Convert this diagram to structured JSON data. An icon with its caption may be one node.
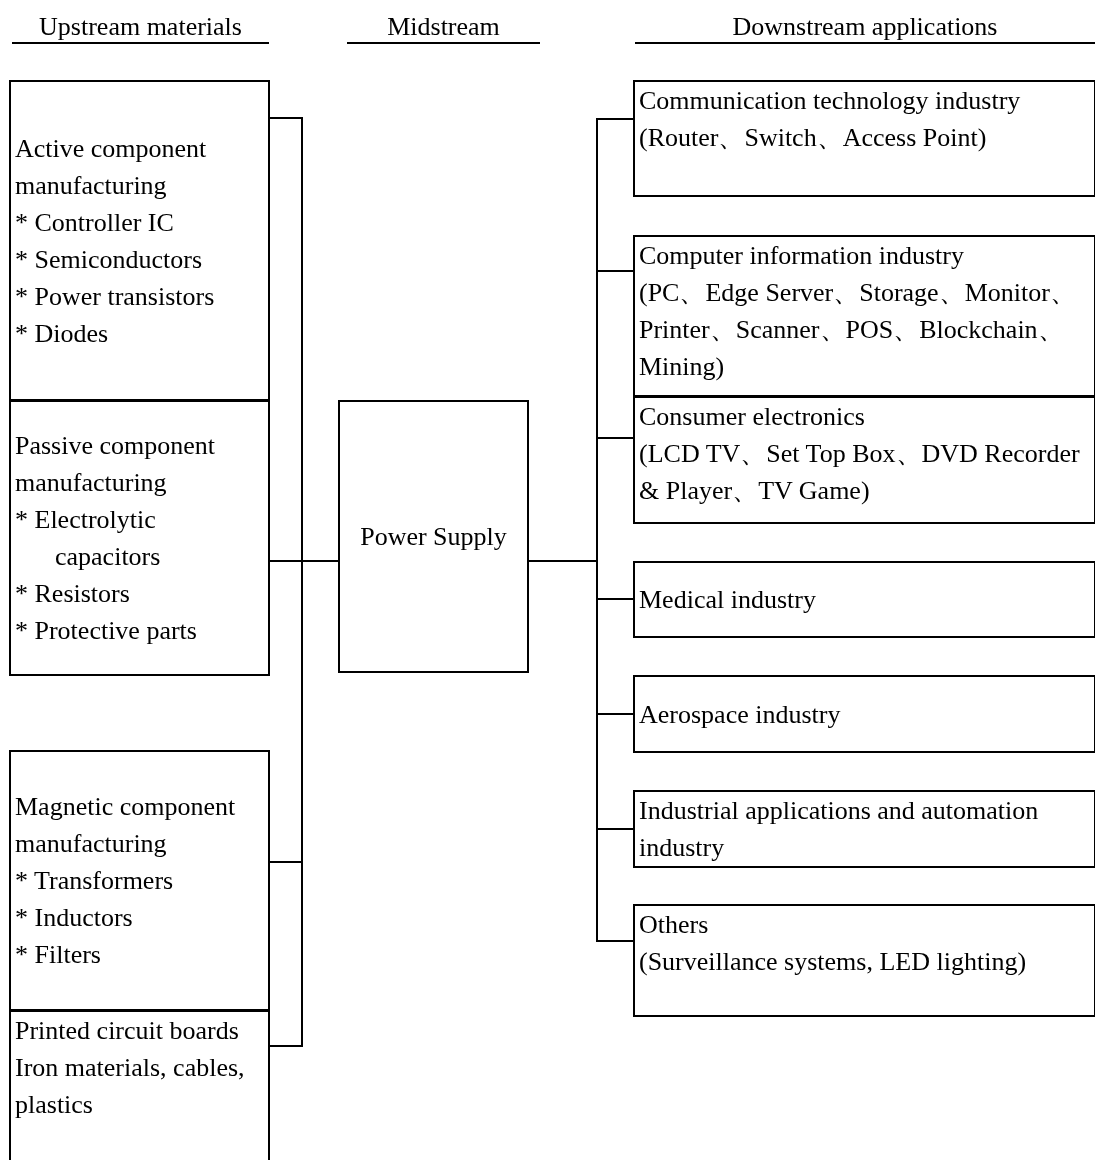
{
  "diagram": {
    "nodes": [
      {
        "text": [
          "Active component manufacturing",
          "* Controller IC",
          "* Semiconductors",
          "* Power transistors",
          "* Diodes"
        ]
      },
      {
        "text": [
          "Passive component manufacturing",
          "* Electrolytic capacitors",
          "* Resistors",
          "* Protective parts"
        ]
      },
      {
        "text": [
          "Magnetic component manufacturing",
          "* Transformers",
          "* Inductors",
          "* Filters"
        ]
      },
      {
        "text": [
          "Printed circuit boards",
          "Iron materials, cables, plastics"
        ]
      },
      {
        "text": [
          "Power Supply"
        ]
      },
      {
        "text": [
          "Communication technology industry",
          "(Router、Switch、Access Point)"
        ]
      },
      {
        "text": [
          "Computer information industry",
          "(PC、Edge Server、Storage、Monitor、Printer、Scanner、POS、Blockchain、Mining)"
        ]
      },
      {
        "text": [
          "Consumer electronics",
          "(LCD TV、Set Top Box、DVD Recorder & Player、TV Game)"
        ]
      },
      {
        "text": [
          "Medical industry"
        ]
      },
      {
        "text": [
          "Aerospace industry"
        ]
      },
      {
        "text": [
          "Industrial applications and automation industry"
        ]
      },
      {
        "text": [
          "Others",
          "(Surveillance systems, LED lighting)"
        ]
      }
    ],
    "edges": [
      {
        "from": 0,
        "to": 4,
        "arrow": "none"
      },
      {
        "from": 1,
        "to": 4,
        "arrow": "none"
      },
      {
        "from": 2,
        "to": 4,
        "arrow": "none"
      },
      {
        "from": 3,
        "to": 4,
        "arrow": "none"
      },
      {
        "from": 4,
        "to": 5,
        "arrow": "none"
      },
      {
        "from": 4,
        "to": 6,
        "arrow": "none"
      },
      {
        "from": 4,
        "to": 7,
        "arrow": "none"
      },
      {
        "from": 4,
        "to": 8,
        "arrow": "none"
      },
      {
        "from": 4,
        "to": 9,
        "arrow": "none"
      },
      {
        "from": 4,
        "to": 10,
        "arrow": "none"
      },
      {
        "from": 4,
        "to": 11,
        "arrow": "none"
      }
    ],
    "labels": [
      "Upstream materials",
      "Midstream",
      "Downstream applications"
    ]
  }
}
